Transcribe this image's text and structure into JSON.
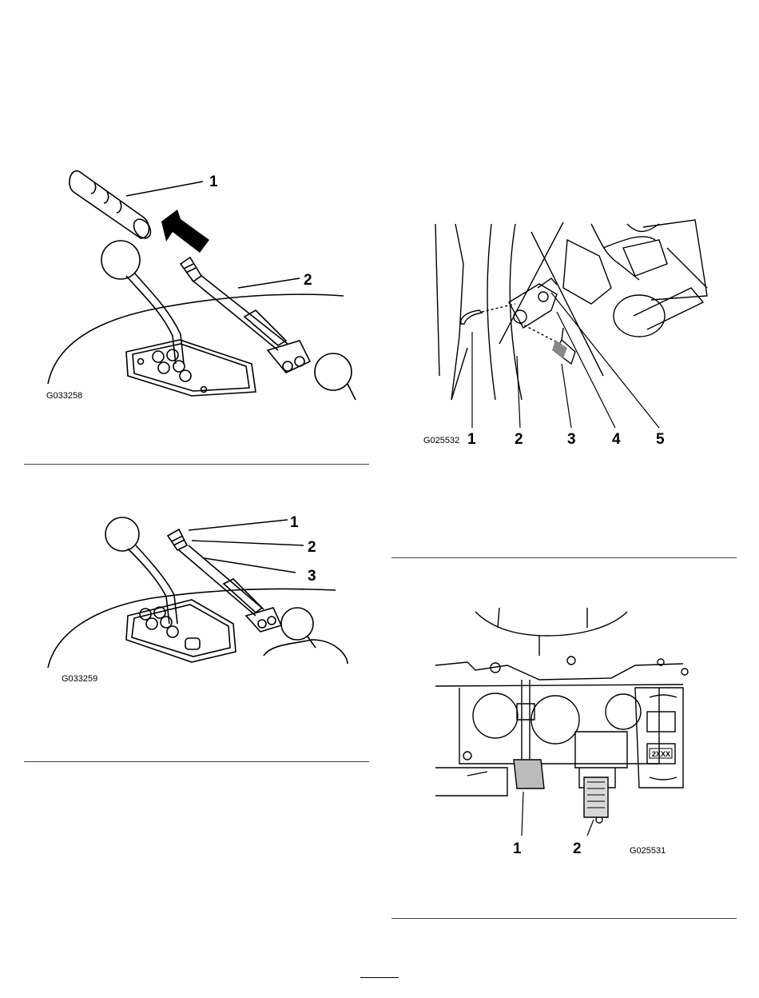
{
  "figures": {
    "fig1": {
      "code": "G033258",
      "callouts": [
        "1",
        "2"
      ]
    },
    "fig2": {
      "code": "G033259",
      "callouts": [
        "1",
        "2",
        "3"
      ]
    },
    "fig3": {
      "code": "G025532",
      "callouts": [
        "1",
        "2",
        "3",
        "4",
        "5"
      ]
    },
    "fig4": {
      "code": "G025531",
      "callouts": [
        "1",
        "2"
      ],
      "plate_text": "2XXX"
    }
  }
}
